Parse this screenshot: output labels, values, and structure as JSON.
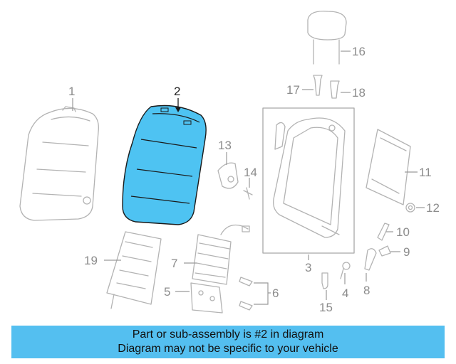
{
  "colors": {
    "highlight": "#4ec3f2",
    "banner": "#54bff0",
    "line": "#b3b3b3",
    "label": "#8c8c8c"
  },
  "labels": {
    "p1": "1",
    "p2": "2",
    "p3": "3",
    "p4": "4",
    "p5": "5",
    "p6": "6",
    "p7": "7",
    "p8": "8",
    "p9": "9",
    "p10": "10",
    "p11": "11",
    "p12": "12",
    "p13": "13",
    "p14": "14",
    "p15": "15",
    "p16": "16",
    "p17": "17",
    "p18": "18",
    "p19": "19"
  },
  "banner": {
    "line1": "Part or sub-assembly is #2 in diagram",
    "line2": "Diagram may not be specific to your vehicle"
  }
}
